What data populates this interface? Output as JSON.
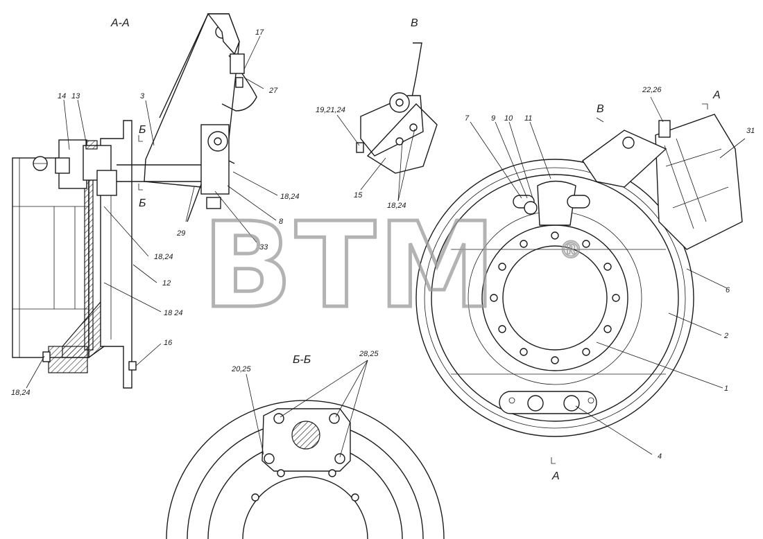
{
  "watermark": {
    "text": "BTM",
    "mark": "®"
  },
  "section_titles": {
    "aa": "А-А",
    "v": "В",
    "bb": "Б-Б",
    "b_upper": "Б",
    "b_lower": "Б",
    "v_arrow": "В",
    "a_upper": "А",
    "a_lower": "А"
  },
  "callouts": [
    "17",
    "27",
    "3",
    "14",
    "13",
    "29",
    "33",
    "8",
    "18,24",
    "18,24",
    "12",
    "18 24",
    "16",
    "18,24",
    "19,21,24",
    "15",
    "18,24",
    "7",
    "9",
    "10",
    "11",
    "22,26",
    "31",
    "6",
    "2",
    "1",
    "4",
    "20,25",
    "28,25"
  ]
}
